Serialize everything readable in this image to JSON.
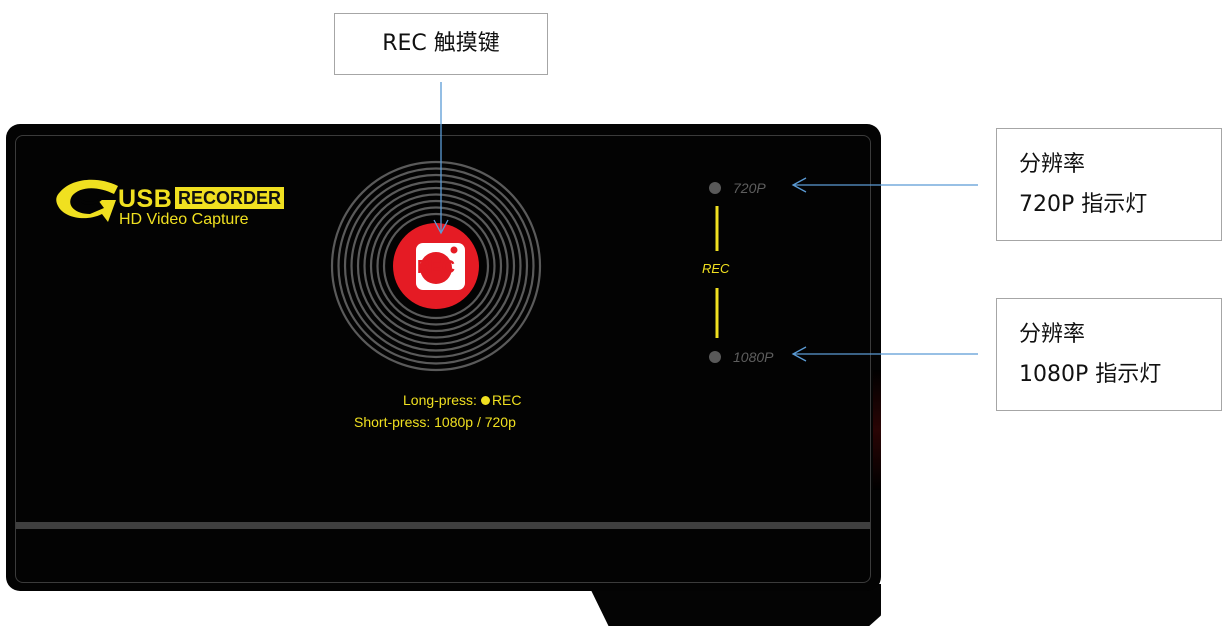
{
  "callouts": {
    "rec_key": "REC 触摸键",
    "res_720": {
      "line1": "分辨率",
      "line2": "720P 指示灯"
    },
    "res_1080": {
      "line1": "分辨率",
      "line2": "1080P 指示灯"
    }
  },
  "device": {
    "logo": {
      "usb": "USB",
      "recorder": "RECORDER",
      "subtitle": "HD Video Capture"
    },
    "rec_button_text": "REC",
    "hint_long": {
      "prefix": "Long-press:",
      "suffix": "REC"
    },
    "hint_short": "Short-press: 1080p / 720p",
    "indicators": {
      "top": "720P",
      "middle": "REC",
      "bottom": "1080P"
    }
  },
  "colors": {
    "accent_yellow": "#f0e020",
    "rec_red": "#e51b24",
    "device_black": "#030303",
    "arrow_blue": "#5b9bd5"
  },
  "icons": [
    "camera-rec-icon",
    "logo-swoosh-icon",
    "indicator-led-icon"
  ]
}
